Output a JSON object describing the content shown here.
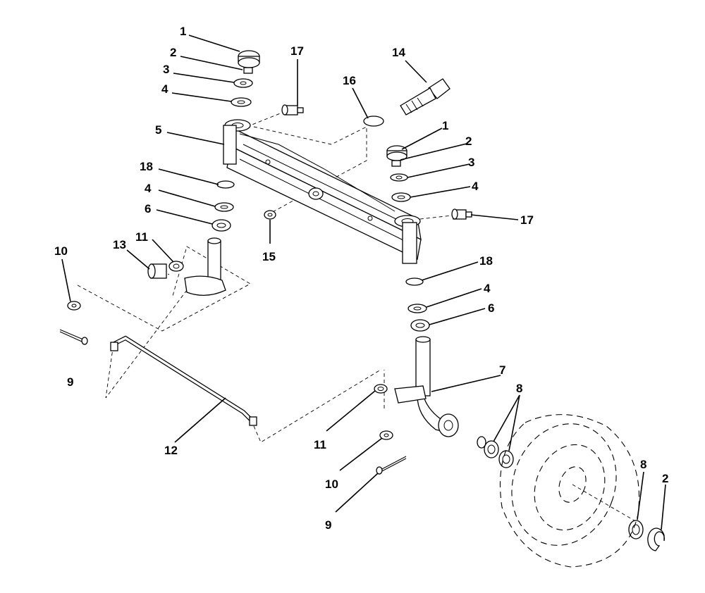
{
  "diagram": {
    "callouts": [
      "1",
      "2",
      "3",
      "4",
      "5",
      "17",
      "14",
      "16",
      "1",
      "2",
      "3",
      "4",
      "18",
      "4",
      "6",
      "17",
      "15",
      "18",
      "4",
      "6",
      "10",
      "13",
      "11",
      "9",
      "7",
      "8",
      "12",
      "11",
      "10",
      "9",
      "8",
      "2"
    ]
  }
}
